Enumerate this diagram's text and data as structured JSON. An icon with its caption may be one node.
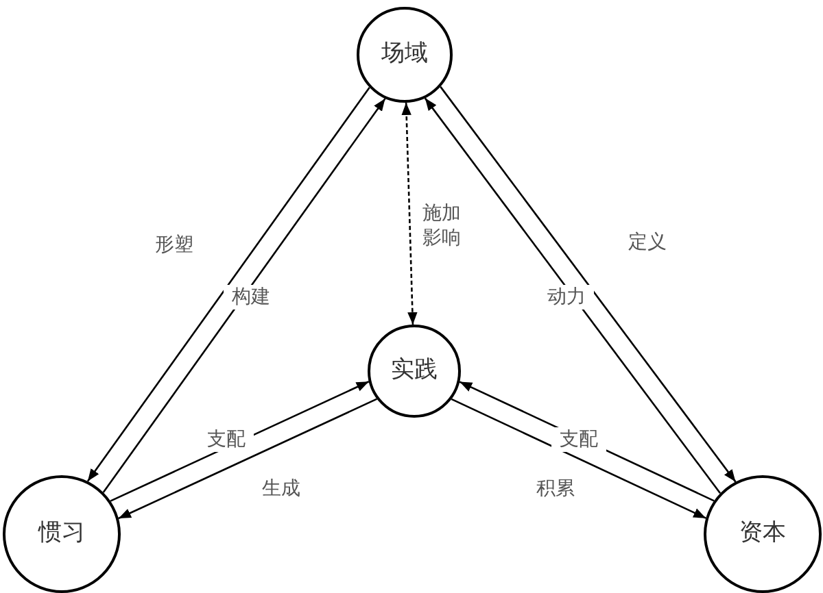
{
  "diagram": {
    "nodes": [
      {
        "text": [
          "场域"
        ]
      },
      {
        "text": [
          "实践"
        ]
      },
      {
        "text": [
          "惯习"
        ]
      },
      {
        "text": [
          "资本"
        ]
      }
    ],
    "edges": [
      {
        "from": 0,
        "to": 2,
        "arrow": "to",
        "label": "形塑"
      },
      {
        "from": 2,
        "to": 0,
        "arrow": "to",
        "label": "构建"
      },
      {
        "from": 0,
        "to": 1,
        "arrow": "both",
        "label": "施加影响",
        "style": "dashed"
      },
      {
        "from": 2,
        "to": 1,
        "arrow": "to",
        "label": "支配"
      },
      {
        "from": 1,
        "to": 2,
        "arrow": "to",
        "label": "生成"
      },
      {
        "from": 3,
        "to": 1,
        "arrow": "to",
        "label": "支配"
      },
      {
        "from": 1,
        "to": 3,
        "arrow": "to",
        "label": "积累"
      },
      {
        "from": 0,
        "to": 3,
        "arrow": "to",
        "label": "定义"
      },
      {
        "from": 3,
        "to": 0,
        "arrow": "to",
        "label": "动力"
      }
    ]
  }
}
